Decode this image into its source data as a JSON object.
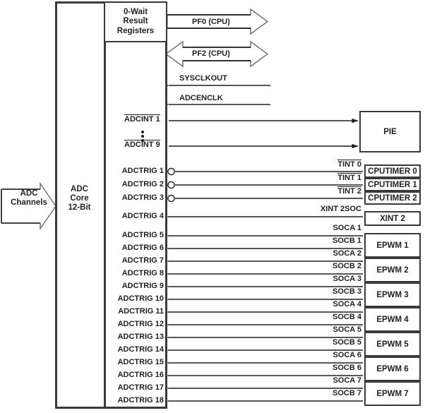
{
  "diagram": {
    "title": "ADC Core 12-Bit block diagram",
    "colors": {
      "line": "#231f20",
      "box_border": "#3a3a3c",
      "background": "#ffffff"
    }
  },
  "adc": {
    "core_label": "ADC\nCore\n12-Bit",
    "core_lines": [
      "ADC",
      "Core",
      "12-Bit"
    ],
    "registers_lines": [
      "0-Wait",
      "Result",
      "Registers"
    ],
    "channels_lines": [
      "ADC",
      "Channels"
    ]
  },
  "bus_arrows": [
    {
      "label": "PF0 (CPU)",
      "direction": "right"
    },
    {
      "label": "PF2 (CPU)",
      "direction": "bidirectional"
    }
  ],
  "clock_signals": [
    {
      "label": "SYSCLKOUT",
      "direction": "into-adc"
    },
    {
      "label": "ADCENCLK",
      "direction": "into-adc"
    }
  ],
  "interrupts": {
    "target": "PIE",
    "signals": [
      {
        "label": "ADCINT 1",
        "overline": true
      },
      {
        "label": "ADCINT 9",
        "overline": true
      }
    ],
    "ellipsis": "vertical-dots"
  },
  "triggers": [
    {
      "adctrig": "ADCTRIG 1",
      "source": "TINT 0",
      "overline": true,
      "bubble": true,
      "block": "CPUTIMER 0"
    },
    {
      "adctrig": "ADCTRIG 2",
      "source": "TINT 1",
      "overline": true,
      "bubble": true,
      "block": "CPUTIMER 1"
    },
    {
      "adctrig": "ADCTRIG 3",
      "source": "TINT 2",
      "overline": true,
      "bubble": true,
      "block": "CPUTIMER 2"
    },
    {
      "adctrig": "ADCTRIG 4",
      "source": "XINT 2SOC",
      "overline": false,
      "bubble": false,
      "block": "XINT 2"
    },
    {
      "adctrig": "ADCTRIG 5",
      "source": "SOCA 1",
      "overline": false,
      "bubble": false,
      "block": "EPWM 1"
    },
    {
      "adctrig": "ADCTRIG 6",
      "source": "SOCB 1",
      "overline": false,
      "bubble": false,
      "block": "EPWM 1"
    },
    {
      "adctrig": "ADCTRIG 7",
      "source": "SOCA 2",
      "overline": false,
      "bubble": false,
      "block": "EPWM 2"
    },
    {
      "adctrig": "ADCTRIG 8",
      "source": "SOCB 2",
      "overline": false,
      "bubble": false,
      "block": "EPWM 2"
    },
    {
      "adctrig": "ADCTRIG 9",
      "source": "SOCA 3",
      "overline": false,
      "bubble": false,
      "block": "EPWM 3"
    },
    {
      "adctrig": "ADCTRIG 10",
      "source": "SOCB 3",
      "overline": false,
      "bubble": false,
      "block": "EPWM 3"
    },
    {
      "adctrig": "ADCTRIG 11",
      "source": "SOCA 4",
      "overline": false,
      "bubble": false,
      "block": "EPWM 4"
    },
    {
      "adctrig": "ADCTRIG 12",
      "source": "SOCB 4",
      "overline": false,
      "bubble": false,
      "block": "EPWM 4"
    },
    {
      "adctrig": "ADCTRIG 13",
      "source": "SOCA 5",
      "overline": false,
      "bubble": false,
      "block": "EPWM 5"
    },
    {
      "adctrig": "ADCTRIG 14",
      "source": "SOCB 5",
      "overline": false,
      "bubble": false,
      "block": "EPWM 5"
    },
    {
      "adctrig": "ADCTRIG 15",
      "source": "SOCA 6",
      "overline": false,
      "bubble": false,
      "block": "EPWM 6"
    },
    {
      "adctrig": "ADCTRIG 16",
      "source": "SOCB 6",
      "overline": false,
      "bubble": false,
      "block": "EPWM 6"
    },
    {
      "adctrig": "ADCTRIG 17",
      "source": "SOCA 7",
      "overline": false,
      "bubble": false,
      "block": "EPWM 7"
    },
    {
      "adctrig": "ADCTRIG 18",
      "source": "SOCB 7",
      "overline": false,
      "bubble": false,
      "block": "EPWM 7"
    }
  ],
  "peripheral_blocks": [
    {
      "label": "PIE"
    },
    {
      "label": "CPUTIMER 0"
    },
    {
      "label": "CPUTIMER 1"
    },
    {
      "label": "CPUTIMER 2"
    },
    {
      "label": "XINT 2"
    },
    {
      "label": "EPWM 1"
    },
    {
      "label": "EPWM 2"
    },
    {
      "label": "EPWM 3"
    },
    {
      "label": "EPWM 4"
    },
    {
      "label": "EPWM 5"
    },
    {
      "label": "EPWM 6"
    },
    {
      "label": "EPWM 7"
    }
  ]
}
